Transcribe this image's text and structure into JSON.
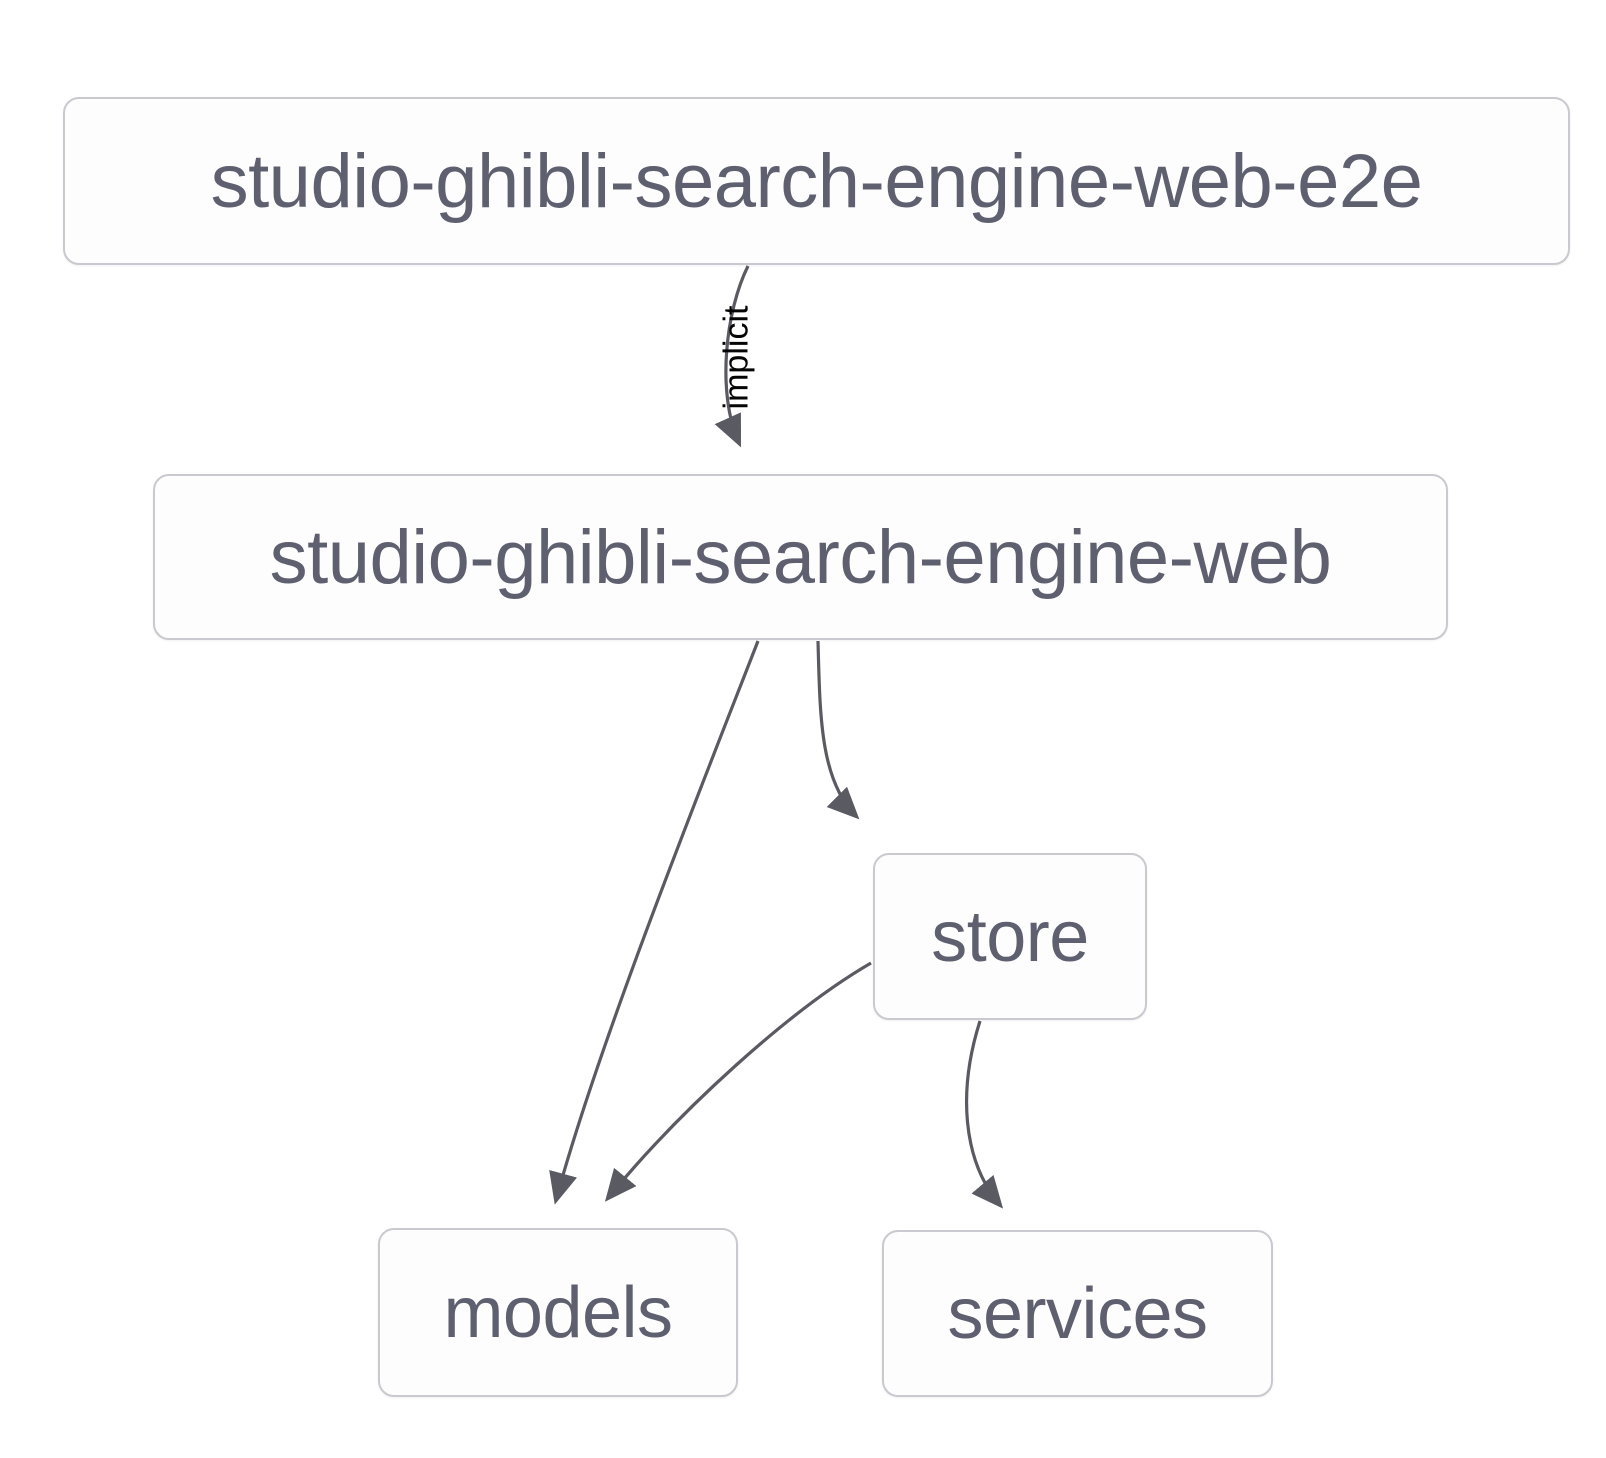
{
  "diagram": {
    "type": "dependency-graph",
    "background_color": "#ffffff",
    "node_border_color": "#c9c9cf",
    "node_text_color": "#5e6070",
    "edge_color": "#5a5a62",
    "edge_label_color": "#050505",
    "nodes": [
      {
        "id": "e2e",
        "label": "studio-ghibli-search-engine-web-e2e"
      },
      {
        "id": "web",
        "label": "studio-ghibli-search-engine-web"
      },
      {
        "id": "store",
        "label": "store"
      },
      {
        "id": "models",
        "label": "models"
      },
      {
        "id": "services",
        "label": "services"
      }
    ],
    "edges": [
      {
        "from": "e2e",
        "to": "web",
        "label": "implicit"
      },
      {
        "from": "web",
        "to": "models",
        "label": ""
      },
      {
        "from": "web",
        "to": "store",
        "label": ""
      },
      {
        "from": "store",
        "to": "models",
        "label": ""
      },
      {
        "from": "store",
        "to": "services",
        "label": ""
      }
    ]
  }
}
